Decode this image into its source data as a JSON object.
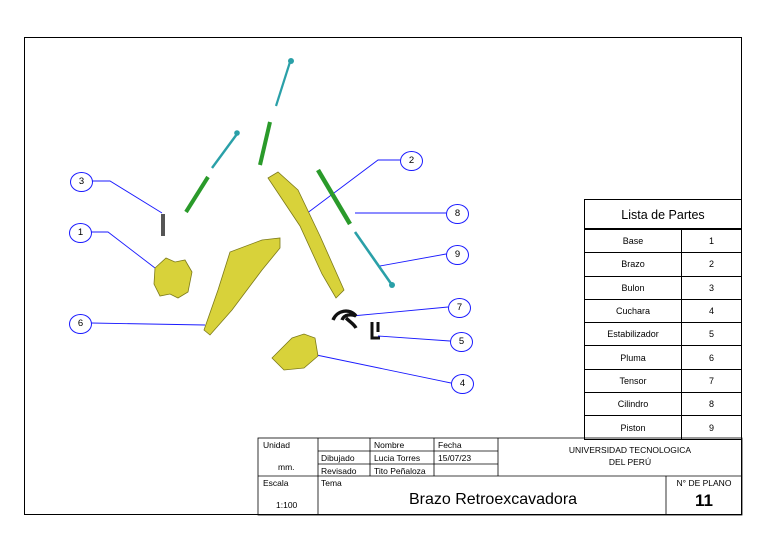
{
  "parts_list": {
    "title": "Lista de Partes",
    "rows": [
      {
        "name": "Base",
        "num": "1"
      },
      {
        "name": "Brazo",
        "num": "2"
      },
      {
        "name": "Bulon",
        "num": "3"
      },
      {
        "name": "Cuchara",
        "num": "4"
      },
      {
        "name": "Estabilizador",
        "num": "5"
      },
      {
        "name": "Pluma",
        "num": "6"
      },
      {
        "name": "Tensor",
        "num": "7"
      },
      {
        "name": "Cilindro",
        "num": "8"
      },
      {
        "name": "Piston",
        "num": "9"
      }
    ]
  },
  "balloons": [
    "1",
    "2",
    "3",
    "4",
    "5",
    "6",
    "7",
    "8",
    "9"
  ],
  "title_block": {
    "unidad_label": "Unidad",
    "unidad_value": "mm.",
    "escala_label": "Escala",
    "escala_value": "1:100",
    "nombre_label": "Nombre",
    "fecha_label": "Fecha",
    "dibujado_label": "Dibujado",
    "dibujado_nombre": "Lucia Torres",
    "dibujado_fecha": "15/07/23",
    "revisado_label": "Revisado",
    "revisado_nombre": "Tito Peñaloza",
    "institucion": "UNIVERSIDAD TECNOLOGICA\nDEL PERÚ",
    "institucion_line1": "UNIVERSIDAD TECNOLOGICA",
    "institucion_line2": "DEL PERÚ",
    "tema_label": "Tema",
    "tema_value": "Brazo Retroexcavadora",
    "plano_label": "N° DE PLANO",
    "plano_value": "11"
  },
  "colors": {
    "part_yellow": "#d8d23a",
    "cylinder_green": "#2a9a2a",
    "piston_cyan": "#2aa0a8",
    "leader_blue": "#1a1aff",
    "tensor_black": "#111111"
  }
}
